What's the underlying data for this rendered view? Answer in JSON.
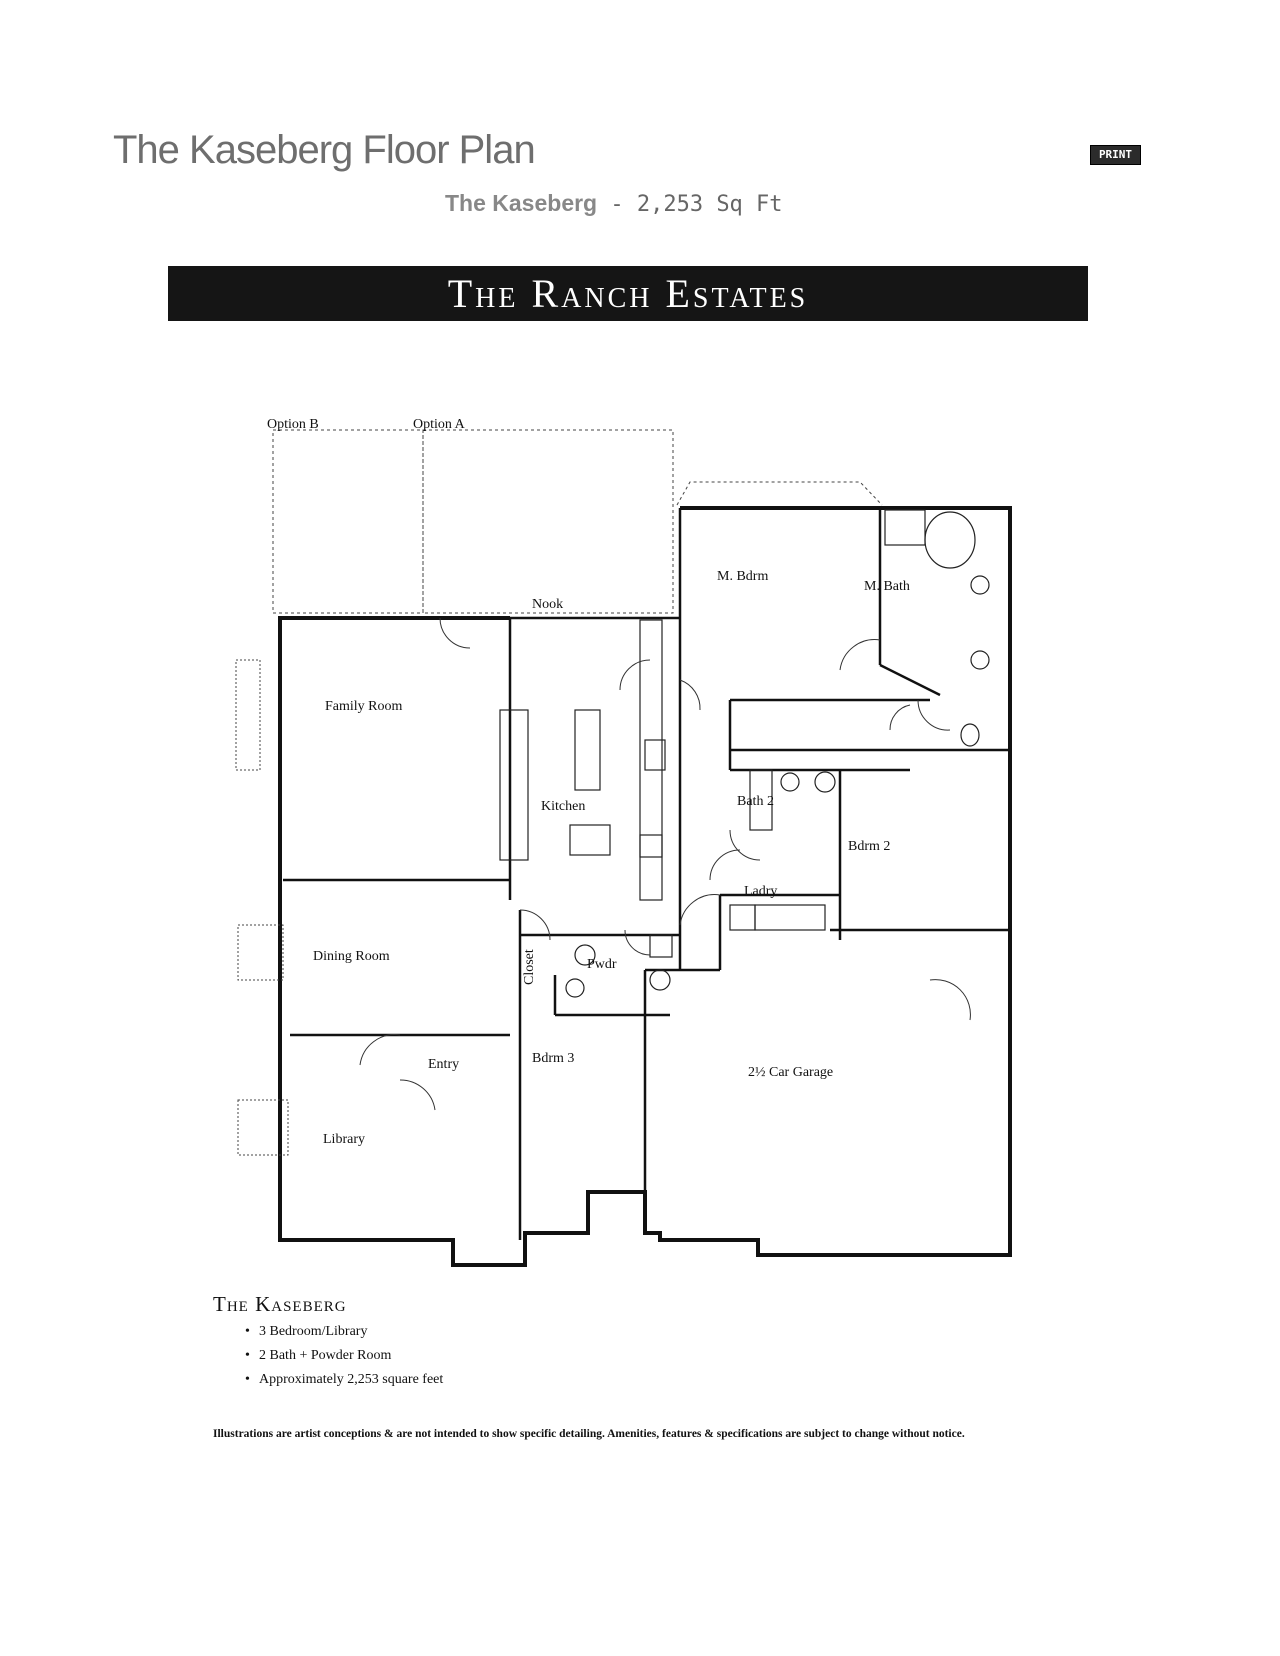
{
  "header": {
    "title": "The Kaseberg Floor Plan",
    "print_label": "PRINT",
    "subtitle_name": "The Kaseberg",
    "subtitle_size": " - 2,253 Sq Ft"
  },
  "banner": {
    "text": "The Ranch Estates"
  },
  "plan": {
    "options": [
      "Option B",
      "Option A"
    ],
    "rooms": {
      "m_bdrm": "M. Bdrm",
      "m_bath": "M. Bath",
      "nook": "Nook",
      "family_room": "Family Room",
      "kitchen": "Kitchen",
      "bath_2": "Bath 2",
      "bdrm_2": "Bdrm 2",
      "ladry": "Ladry",
      "dining_room": "Dining Room",
      "closet": "Closet",
      "pwdr": "Pwdr",
      "entry": "Entry",
      "bdrm_3": "Bdrm 3",
      "garage": "2½ Car Garage",
      "library": "Library"
    }
  },
  "details": {
    "name": "The Kaseberg",
    "features": [
      "3 Bedroom/Library",
      "2 Bath + Powder Room",
      "Approximately 2,253 square feet"
    ],
    "disclaimer": "Illustrations are artist conceptions & are not intended to show specific detailing. Amenities, features & specifications are subject to change without notice."
  }
}
